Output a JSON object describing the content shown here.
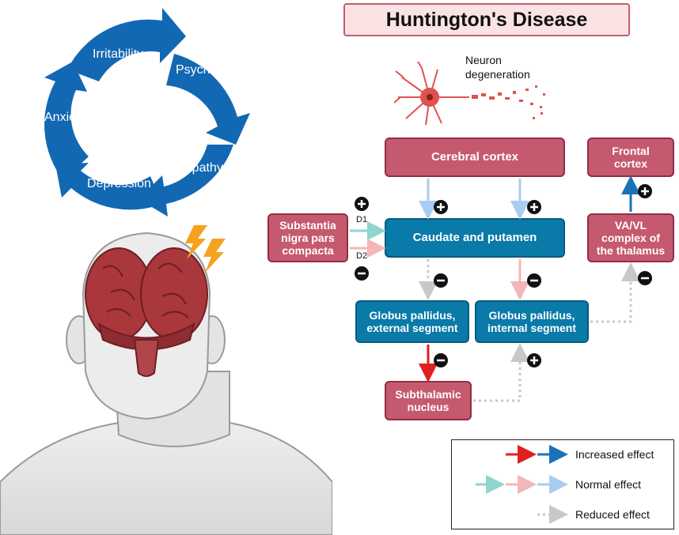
{
  "title": "Huntington's Disease",
  "neuron_label": "Neuron degeneration",
  "cycle": [
    "Irritability",
    "Psychosis",
    "Apathy",
    "Depression",
    "Anxiety"
  ],
  "boxes": {
    "cerebral_cortex": "Cerebral cortex",
    "frontal_cortex": "Frontal cortex",
    "substantia_nigra": "Substantia nigra pars compacta",
    "caudate_putamen": "Caudate and putamen",
    "thalamus": "VA/VL complex of the thalamus",
    "gp_external": "Globus pallidus, external segment",
    "gp_internal": "Globus pallidus, internal segment",
    "subthalamic": "Subthalamic nucleus"
  },
  "receptor_labels": {
    "d1": "D1",
    "d2": "D2"
  },
  "legend": {
    "increased": "Increased effect",
    "normal": "Normal effect",
    "reduced": "Reduced effect"
  },
  "colors": {
    "pink_box": "#c55a6f",
    "teal_box": "#0a7aa8",
    "cycle_blue": "#1268b3",
    "increased_red": "#e02020",
    "increased_blue": "#1a73b8",
    "normal_teal": "#8fd6cf",
    "normal_pink": "#f4b7b7",
    "normal_blue": "#a9cdf0",
    "reduced_gray": "#c8c8c8"
  }
}
